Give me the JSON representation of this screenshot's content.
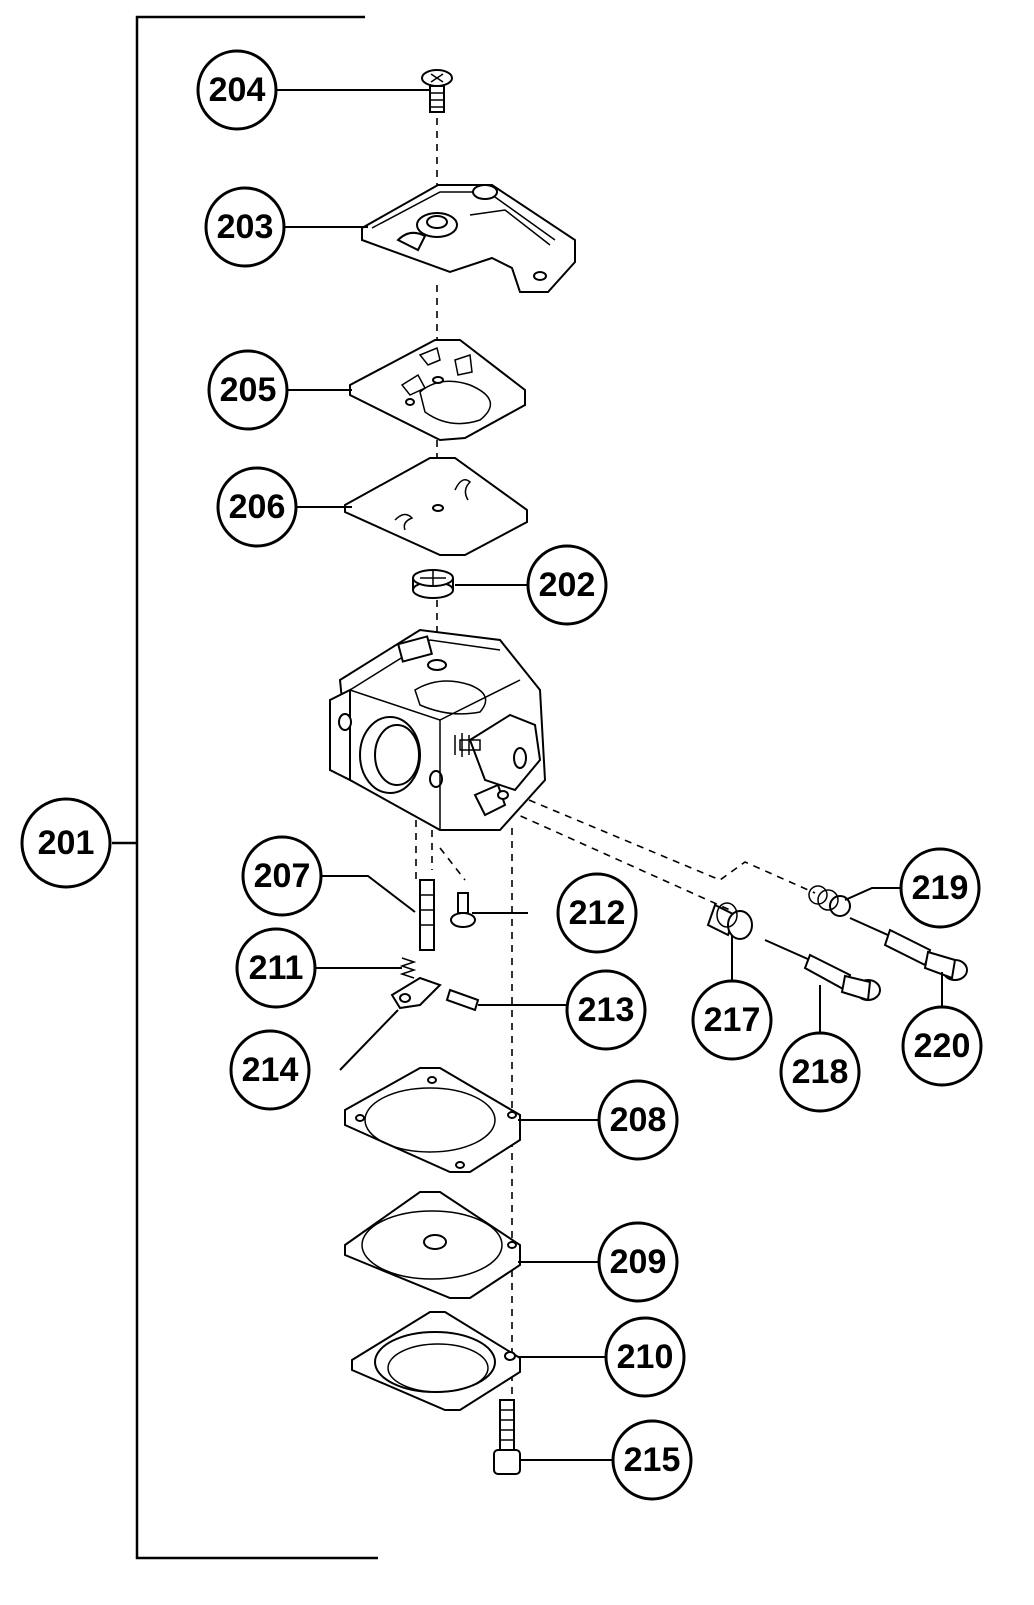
{
  "diagram": {
    "assembly_callout": "201",
    "callouts": [
      {
        "id": "c204",
        "label": "204"
      },
      {
        "id": "c203",
        "label": "203"
      },
      {
        "id": "c205",
        "label": "205"
      },
      {
        "id": "c206",
        "label": "206"
      },
      {
        "id": "c202",
        "label": "202"
      },
      {
        "id": "c207",
        "label": "207"
      },
      {
        "id": "c212",
        "label": "212"
      },
      {
        "id": "c211",
        "label": "211"
      },
      {
        "id": "c213",
        "label": "213"
      },
      {
        "id": "c214",
        "label": "214"
      },
      {
        "id": "c208",
        "label": "208"
      },
      {
        "id": "c209",
        "label": "209"
      },
      {
        "id": "c210",
        "label": "210"
      },
      {
        "id": "c215",
        "label": "215"
      },
      {
        "id": "c217",
        "label": "217"
      },
      {
        "id": "c218",
        "label": "218"
      },
      {
        "id": "c219",
        "label": "219"
      },
      {
        "id": "c220",
        "label": "220"
      }
    ]
  }
}
